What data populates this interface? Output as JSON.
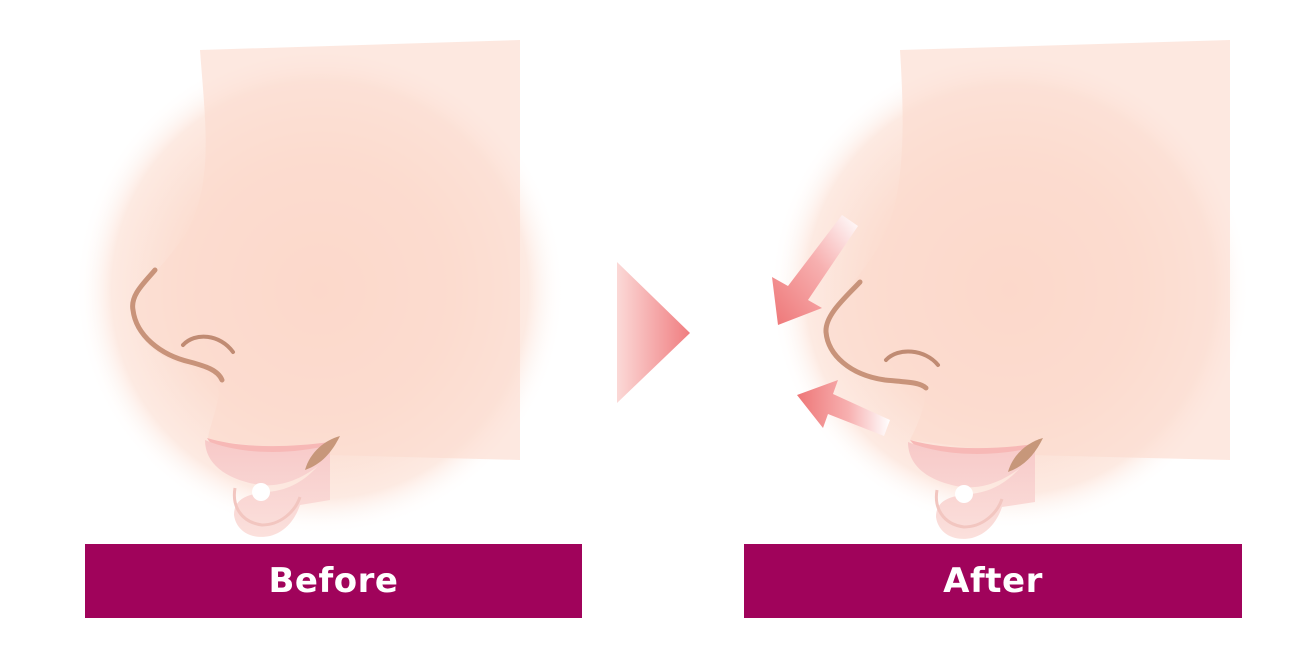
{
  "before": {
    "label": "Before"
  },
  "after": {
    "label": "After"
  },
  "colors": {
    "label_background": "#a0035b",
    "label_text": "#ffffff",
    "skin": "#fbd9cc",
    "outline": "#c8937a",
    "lips": "#f6c0c0",
    "arrow": "#f08383"
  },
  "icons": [
    "face-profile-before",
    "face-profile-after",
    "transition-triangle-icon",
    "arrow-icon"
  ]
}
